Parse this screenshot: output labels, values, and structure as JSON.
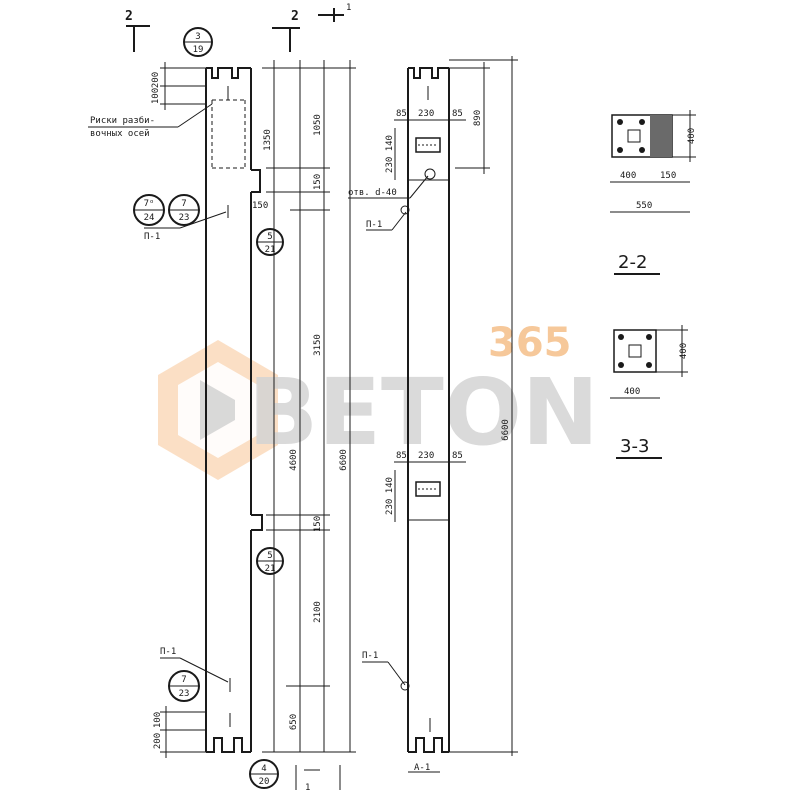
{
  "cut_marks": {
    "c2_left": "2",
    "c2_right": "2",
    "c1": "1",
    "c1_bottom": "1"
  },
  "bubbles": {
    "top": {
      "top": "3",
      "bottom": "19"
    },
    "a": {
      "top": "7ᵒ",
      "bottom": "24"
    },
    "b": {
      "top": "7",
      "bottom": "23"
    },
    "c": {
      "top": "5",
      "bottom": "21"
    },
    "d": {
      "top": "5",
      "bottom": "21"
    },
    "e": {
      "top": "7",
      "bottom": "23"
    },
    "bottom": {
      "top": "4",
      "bottom": "20"
    }
  },
  "annotation": {
    "line1": "Риски разби-",
    "line2": "вочных осей"
  },
  "tags": {
    "p1_a": "П-1",
    "p1_b": "П-1",
    "p1_c": "П-1",
    "p1_d": "П-1",
    "hole": "отв. d-40",
    "a1": "А-1"
  },
  "left_dims": {
    "d200_top": "200",
    "d100_top": "100",
    "d100_bot": "100",
    "d200_bot": "200"
  },
  "dims": {
    "d1350": "1350",
    "d1050": "1050",
    "d150a": "150",
    "d150side": "150",
    "d4600": "4600",
    "d3150": "3150",
    "d6600": "6600",
    "d150b": "150",
    "d2100": "2100",
    "d650": "650"
  },
  "elev_dims": {
    "top_85l": "85",
    "top_230": "230",
    "top_85r": "85",
    "d890": "890",
    "d230_140": "230 140",
    "mid_85l": "85",
    "mid_230": "230",
    "mid_85r": "85",
    "d230_140b": "230 140",
    "d6600": "6600"
  },
  "sections": {
    "s22": {
      "title": "2-2",
      "d400h": "400",
      "d400w": "400",
      "d150": "150",
      "d550": "550"
    },
    "s33": {
      "title": "3-3",
      "d400h": "400",
      "d400w": "400"
    }
  },
  "watermark": {
    "text": "BETON",
    "number": "365",
    "primary": "#cfcfcf",
    "accent": "#f5b77a"
  }
}
